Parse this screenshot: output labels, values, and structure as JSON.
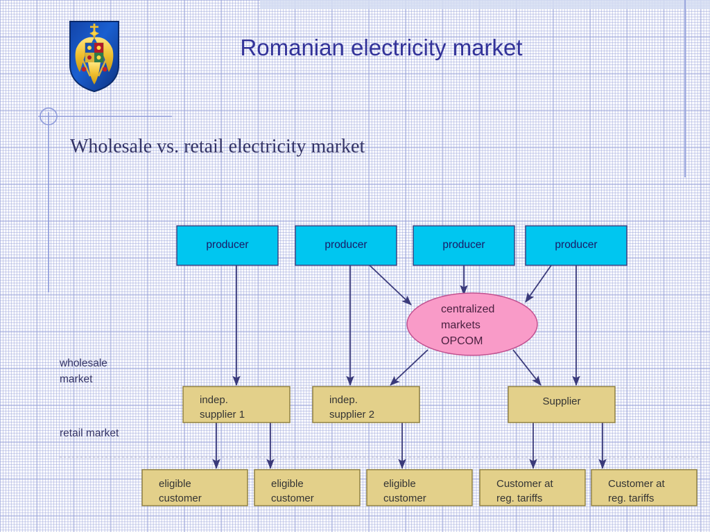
{
  "slide": {
    "title": "Romanian electricity market",
    "subtitle": "Wholesale vs. retail electricity market",
    "logo_name": "romanian-coat-of-arms"
  },
  "side_labels": {
    "wholesale": "wholesale\nmarket",
    "retail": "retail market"
  },
  "colors": {
    "title": "#333399",
    "subtitle": "#333366",
    "producer_fill": "#00C6F0",
    "producer_stroke": "#3A3A7A",
    "market_fill": "#F99BC8",
    "market_stroke": "#C0508F",
    "supplier_fill": "#E3D08A",
    "supplier_stroke": "#8A7A3A",
    "arrow": "#3A3A7A",
    "grid": "#9AA6DD"
  },
  "diagram": {
    "producers": [
      {
        "label": "producer"
      },
      {
        "label": "producer"
      },
      {
        "label": "producer"
      },
      {
        "label": "producer"
      }
    ],
    "market": {
      "line1": "centralized",
      "line2": "markets",
      "line3": "OPCOM"
    },
    "suppliers": [
      {
        "line1": "indep.",
        "line2": "supplier 1",
        "align": "left"
      },
      {
        "line1": "indep.",
        "line2": "supplier 2",
        "align": "left"
      },
      {
        "line1": "Supplier",
        "line2": "",
        "align": "center"
      }
    ],
    "customers": [
      {
        "line1": "eligible",
        "line2": "customer"
      },
      {
        "line1": "eligible",
        "line2": "customer"
      },
      {
        "line1": "eligible",
        "line2": "customer"
      },
      {
        "line1": "Customer at",
        "line2": "reg. tariffs"
      },
      {
        "line1": "Customer at",
        "line2": "reg. tariffs"
      }
    ]
  }
}
